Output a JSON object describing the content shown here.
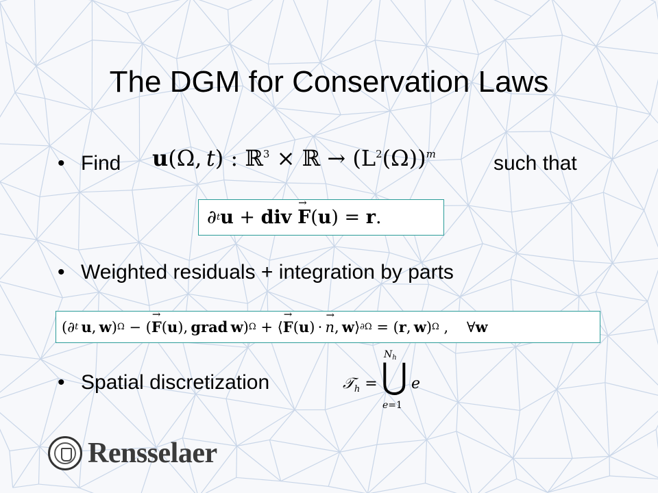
{
  "slide": {
    "title": "The DGM for Conservation Laws",
    "bullets": [
      {
        "text": "Find",
        "trailing_text": "such that"
      },
      {
        "text": "Weighted residuals + integration by parts"
      },
      {
        "text": "Spatial discretization"
      }
    ],
    "formulas": {
      "map": "u(Ω, t) : ℝ³ × ℝ → (L²(Ω))ᵐ",
      "conservation": "∂ₜu + div F(u) = r.",
      "weak_form": "(∂ₜu, w)_Ω − (F(u), grad w)_Ω + ⟨F(u)·n, w⟩_∂Ω = (r, w)_Ω , ∀w",
      "mesh": "T_h = ⋃_{e=1}^{N_h} e"
    },
    "logo": {
      "wordmark": "Rensselaer"
    },
    "colors": {
      "box_border": "#2a9c98",
      "background": "#f7f8fb",
      "mesh_lines": "#c9d6e8"
    }
  }
}
